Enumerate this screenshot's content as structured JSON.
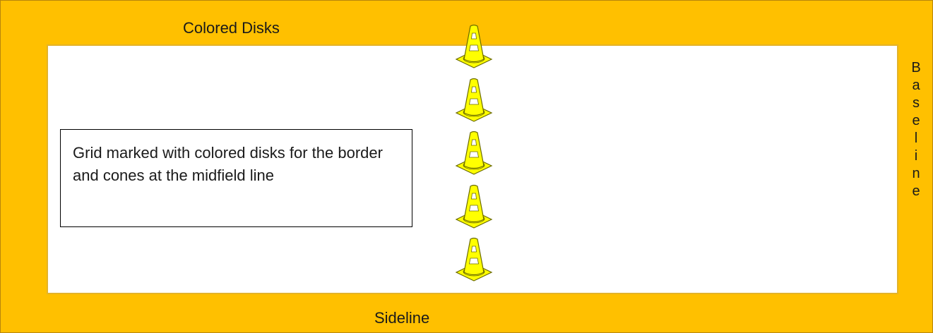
{
  "labels": {
    "top": "Colored Disks",
    "bottom": "Sideline",
    "side": "Baseline"
  },
  "note": {
    "text": "Grid marked with colored disks for the border and cones at the midfield line"
  },
  "cones": {
    "count": 5,
    "icon": "traffic-cone-icon",
    "color": "#ffff00"
  },
  "colors": {
    "border_fill": "#ffc000",
    "field_fill": "#ffffff",
    "cone_fill": "#ffff00",
    "cone_outline": "#6b6b00"
  }
}
